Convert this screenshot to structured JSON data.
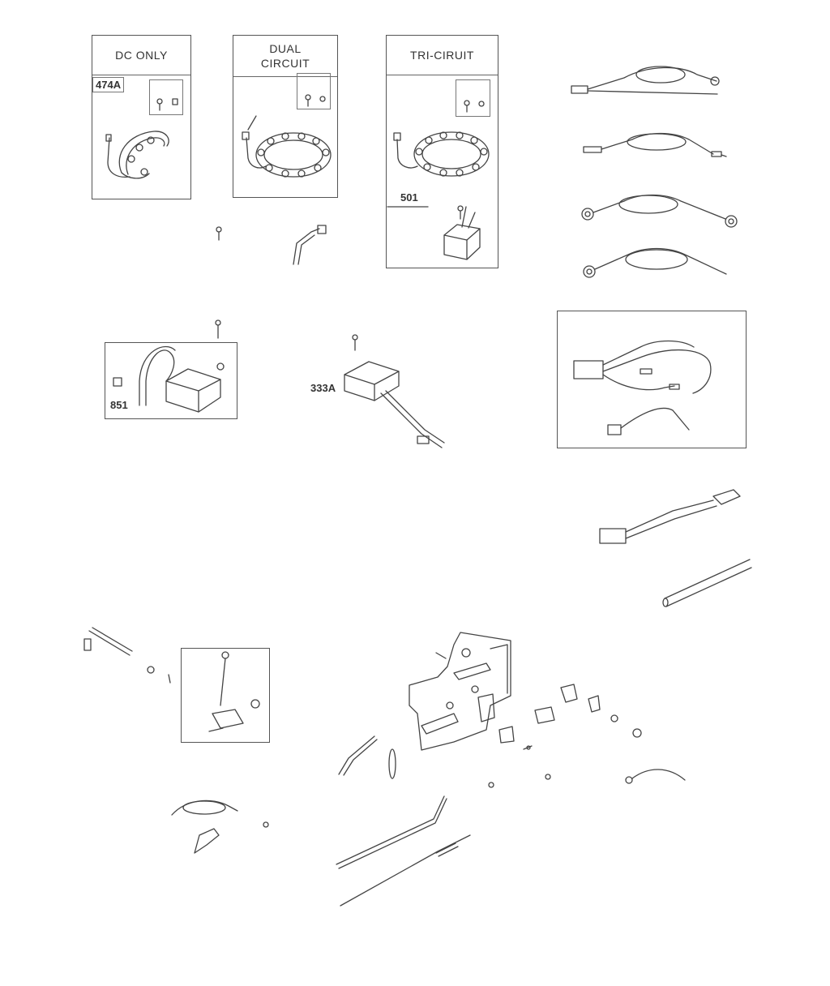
{
  "diagram": {
    "boxes": {
      "dc_only": {
        "title": "DC ONLY",
        "ref": "474A"
      },
      "dual_circuit": {
        "title_line1": "DUAL",
        "title_line2": "CIRCUIT"
      },
      "tri_circuit": {
        "title": "TRI-CIRUIT",
        "ref": "501"
      }
    },
    "refs": {
      "ignition_armature": "851",
      "ignition_module": "333A"
    },
    "colors": {
      "line": "#444444",
      "frame": "#555555",
      "shade": "#bbbbbb"
    }
  }
}
